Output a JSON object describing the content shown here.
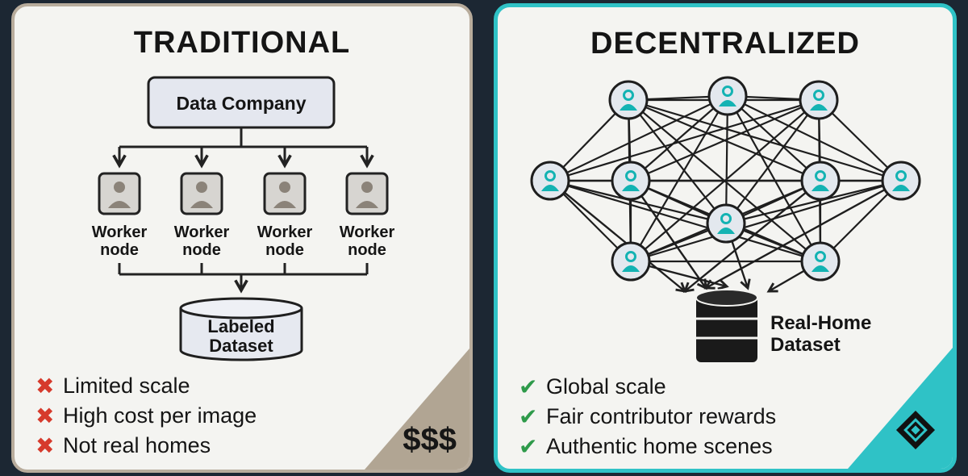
{
  "traditional": {
    "title": "TRADITIONAL",
    "company": "Data Company",
    "worker_line1": "Worker",
    "worker_line2": "node",
    "dataset_line1": "Labeled",
    "dataset_line2": "Dataset",
    "drawbacks": [
      "Limited scale",
      "High cost per image",
      "Not real homes"
    ],
    "cost": "$$$"
  },
  "decentralized": {
    "title": "DECENTRALIZED",
    "dataset_line1": "Real-Home",
    "dataset_line2": "Dataset",
    "benefits": [
      "Global scale",
      "Fair contributor rewards",
      "Authentic home scenes"
    ]
  },
  "icons": {
    "cross": "cross-icon",
    "check": "check-icon",
    "worker": "person-icon",
    "dataset": "database-icon",
    "logo": "diamond-logo-icon"
  },
  "colors": {
    "accent": "#2fc2c6",
    "worker_fill": "#d7d5d1",
    "cross": "#d63a2c",
    "check": "#2e9a4a",
    "background": "#1c2733"
  }
}
